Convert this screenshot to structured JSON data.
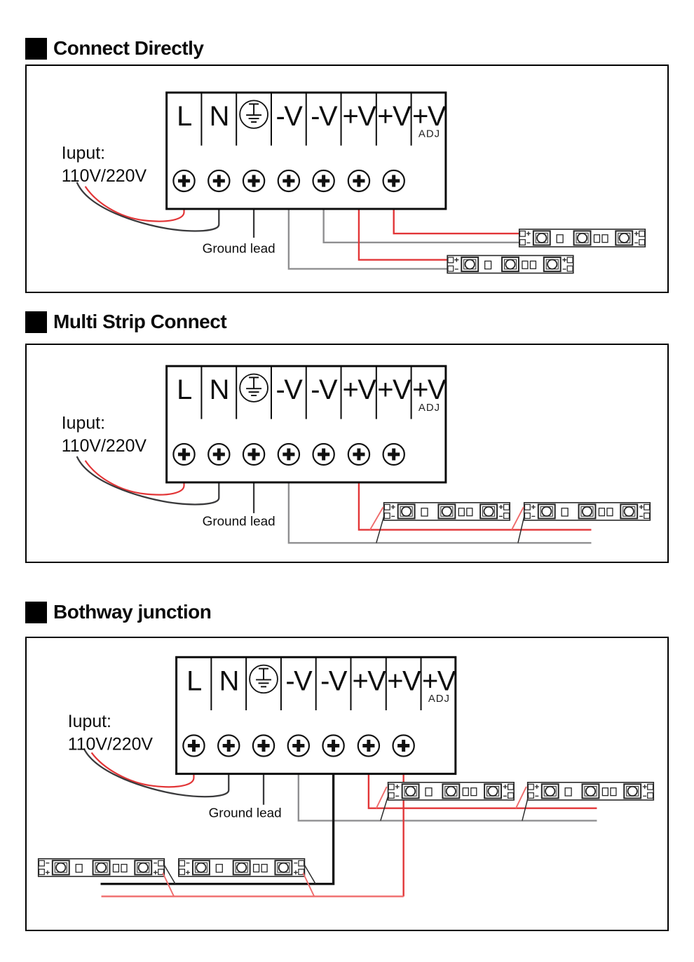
{
  "sections": [
    {
      "title": "Connect Directly"
    },
    {
      "title": "Multi Strip Connect"
    },
    {
      "title": "Bothway junction"
    }
  ],
  "terminal": {
    "live": "L",
    "neutral": "N",
    "negative": "-V",
    "positive": "+V",
    "adjust": "ADJ"
  },
  "input_label": {
    "line1": "Iuput:",
    "line2": "110V/220V"
  },
  "ground_label": "Ground lead",
  "strip_marks": {
    "plus": "+",
    "minus": "-"
  },
  "colors": {
    "wire_red": "#e23537",
    "wire_red_soft": "#ef6b6b",
    "wire_gray": "#8f8f91",
    "wire_dark": "#3a3a3c",
    "wire_black": "#161616"
  }
}
